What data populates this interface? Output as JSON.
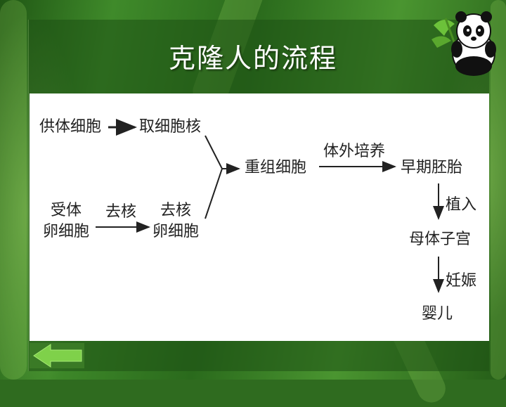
{
  "slide": {
    "title": "克隆人的流程"
  },
  "diagram": {
    "nodes": {
      "donor_cell": "供体细胞",
      "take_nucleus": "取细胞核",
      "recipient_line1": "受体",
      "recipient_line2": "卵细胞",
      "enucleated_line1": "去核",
      "enucleated_line2": "卵细胞",
      "recombinant_cell": "重组细胞",
      "early_embryo": "早期胚胎",
      "uterus": "母体子宫",
      "baby": "婴儿"
    },
    "edge_labels": {
      "enucleate": "去核",
      "culture": "体外培养",
      "implant": "植入",
      "pregnancy": "妊娠"
    }
  },
  "colors": {
    "accent_green": "#7fd14a",
    "background_green": "#2f6b1f"
  },
  "icons": {
    "panda": "panda-icon",
    "back_arrow": "back-arrow-icon"
  }
}
